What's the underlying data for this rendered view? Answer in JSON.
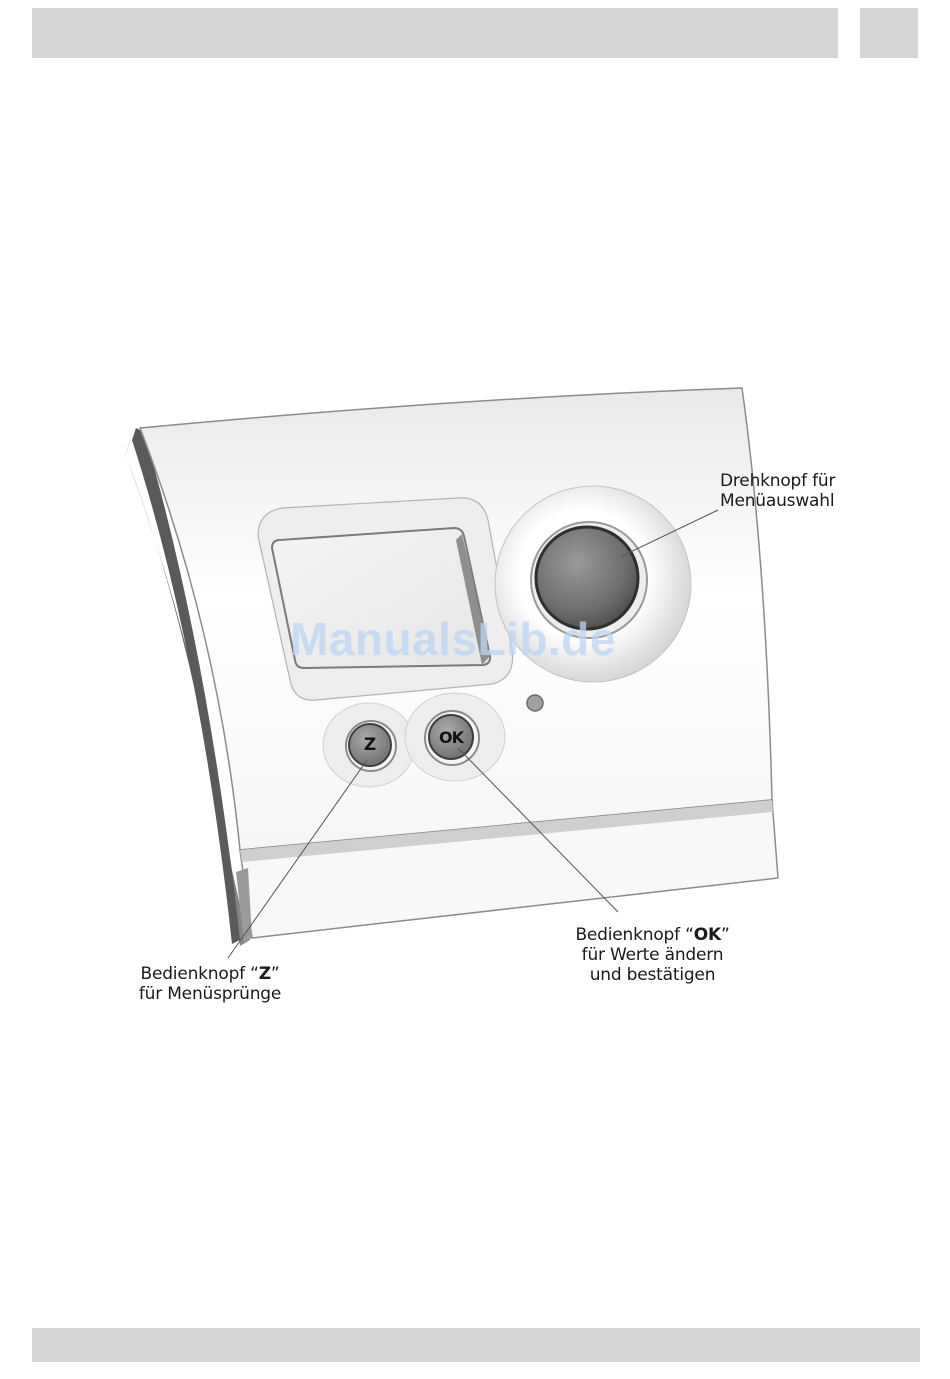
{
  "watermark": "ManualsLib.de",
  "buttons": {
    "z_label": "Z",
    "ok_label": "OK"
  },
  "callouts": {
    "dial": {
      "line1": "Drehknopf für",
      "line2": "Menüauswahl"
    },
    "z": {
      "line1_prefix": "Bedienknopf “",
      "line1_bold": "Z",
      "line1_suffix": "”",
      "line2": "für Menüsprünge"
    },
    "ok": {
      "line1_prefix": "Bedienknopf “",
      "line1_bold": "OK",
      "line1_suffix": "”",
      "line2": "für Werte ändern",
      "line3": "und bestätigen"
    }
  }
}
